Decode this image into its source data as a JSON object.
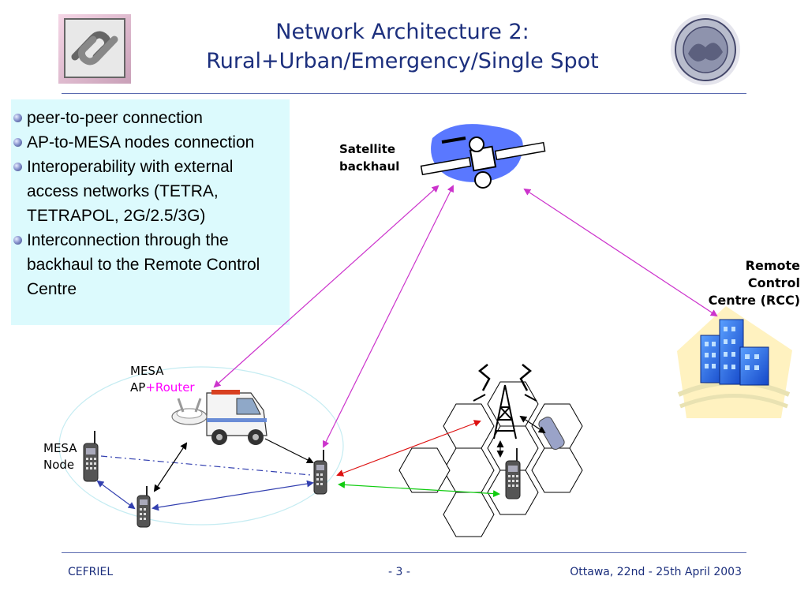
{
  "slide": {
    "title_line1": "Network Architecture 2:",
    "title_line2": "Rural+Urban/Emergency/Single Spot"
  },
  "bullets": [
    "peer-to-peer connection",
    "AP-to-MESA nodes connection",
    "Interoperability with external access networks (TETRA, TETRAPOL, 2G/2.5/3G)",
    "Interconnection through the backhaul to the Remote Control Centre"
  ],
  "labels": {
    "satellite_line1": "Satellite",
    "satellite_line2": "backhaul",
    "rcc_line1": "Remote",
    "rcc_line2": "Control",
    "rcc_line3": "Centre (RCC)",
    "mesa_ap_line1": "MESA",
    "mesa_ap_prefix": "AP",
    "mesa_ap_router": "+Router",
    "mesa_node_line1": "MESA",
    "mesa_node_line2": "Node"
  },
  "footer": {
    "left": "CEFRIEL",
    "center": "- 3 -",
    "right": "Ottawa, 22nd - 25th April 2003"
  },
  "colors": {
    "title": "#1c2f7d",
    "rule": "#5b6bb0",
    "bullet_box": "#dcfafd",
    "router_text": "#ff00ff",
    "satellite_link": "#cc33cc",
    "mesa_link": "#3340b0",
    "cellular_link_red": "#dd1111",
    "cellular_link_green": "#11cc11"
  },
  "icons": [
    "cefriel-logo",
    "politecnico-seal",
    "satellite-icon",
    "rcc-building-icon",
    "ambulance-icon",
    "access-point-icon",
    "cell-tower-icon",
    "mobile-phone-icon",
    "handset-icon"
  ]
}
